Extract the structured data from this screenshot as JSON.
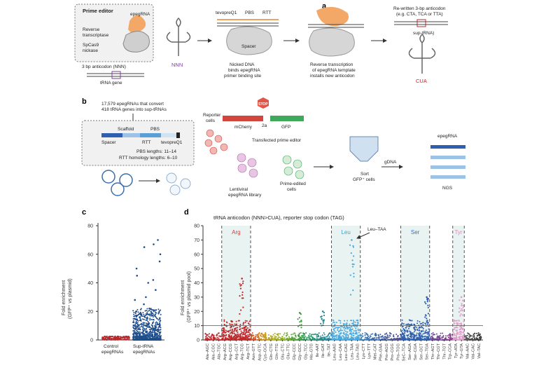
{
  "panel_a": {
    "letter": "a",
    "prime_editor_title": "Prime editor",
    "epegrna": "epegRNA",
    "reverse_transcriptase": "Reverse\ntranscriptase",
    "spcas9": "SpCas9\nnickase",
    "anticodon_3bp": "3 bp anticodon (NNN)",
    "trna_gene": "tRNA gene",
    "nnn": "NNN",
    "tevopreq1": "tevopreQ1",
    "pbs": "PBS",
    "rtt": "RTT",
    "spacer": "Spacer",
    "step1": "Nicked DNA\nbinds epegRNA\nprimer binding site",
    "step2": "Reverse transcription\nof epegRNA template\ninstalls new anticodon",
    "rewritten": "Re-written 3-bp anticodon\n(e.g. CTA, TCA or TTA)",
    "sup_trna": "sup-tRNA)",
    "cua": "CUA"
  },
  "panel_b": {
    "letter": "b",
    "library_desc": "17,579 epegRNAs that convert\n418 tRNA genes into sup-tRNAs",
    "scaffold": "Scaffold",
    "pbs": "PBS",
    "spacer": "Spacer",
    "rtt": "RTT",
    "tevopreq1": "tevopreQ1",
    "pbs_lengths": "PBS lengths: 11–14",
    "rtt_lengths": "RTT homology lengths: 6–10",
    "reporter_cells": "Reporter\ncells",
    "stop": "STOP",
    "mcherry": "mCherry",
    "t2a": "2a",
    "gfp": "GFP",
    "transfected": "Transfected prime editor",
    "lentiviral": "Lentiviral\nepegRNA library",
    "prime_edited": "Prime-edited\ncells",
    "sort": "Sort\nGFP⁺ cells",
    "gdna": "gDNA",
    "epegrna": "epegRNA",
    "ngs": "NGS"
  },
  "panel_c": {
    "letter": "c",
    "ylabel": "Fold enrichment\n(GFP⁺ vs plasmid)",
    "yticks": [
      "0",
      "20",
      "40",
      "60",
      "80"
    ],
    "categories": [
      "Control\nepegRNAs",
      "Sup-tRNA\nepegRNAs"
    ]
  },
  "panel_d": {
    "letter": "d",
    "title": "tRNA anticodon (NNN>CUA), reporter stop codon (TAG)",
    "ylabel": "Fold enrichment\n(GFP⁺ vs plasmid pool)",
    "yticks": [
      "0",
      "10",
      "20",
      "30",
      "40",
      "50",
      "60",
      "70",
      "80"
    ],
    "highlight_labels": [
      {
        "text": "Arg",
        "color": "#d23c3c"
      },
      {
        "text": "Leu",
        "color": "#3aa2d8"
      },
      {
        "text": "Ser",
        "color": "#3a6fc4"
      },
      {
        "text": "Tyr",
        "color": "#e08ac0"
      }
    ],
    "annotation": "Leu–TAA",
    "xticks": [
      "Ala–AGC",
      "Ala–CGC",
      "Ala–TGC",
      "Arg–ACG",
      "Arg–CCG",
      "Arg–CCT",
      "Arg–TCG",
      "Arg–TCT",
      "Asn–GTT",
      "Asp–GTC",
      "Cys–GCA",
      "Gln–CTG",
      "Gln–TTG",
      "Glu–CTC",
      "Glu–TTC",
      "Gly–CCC",
      "Gly–GCC",
      "Gly–TCC",
      "His–GTG",
      "Ile–AAT",
      "Ile–GAT",
      "Ile–TAT",
      "Leu–AAG",
      "Leu–CAA",
      "Leu–CAG",
      "Leu–TAA",
      "Leu–TAG",
      "Lys–CTT",
      "Lys–TTT",
      "Met–CAT",
      "Phe–GAA",
      "Pro–AGG",
      "Pro–CGG",
      "Pro–TGG",
      "SeC–TCA",
      "Ser–AGA",
      "Ser–CGA",
      "Ser–GCT",
      "Ser–TGA",
      "Thr–AGT",
      "Thr–CGT",
      "Thr–TGT",
      "Trp–CCA",
      "Tyr–ATA",
      "Tyr–GTA",
      "Val–AAC",
      "Val–CAC",
      "Val–TAC"
    ]
  },
  "chart_data": [
    {
      "type": "scatter",
      "panel": "c",
      "categories": [
        "Control epegRNAs",
        "Sup-tRNA epegRNAs"
      ],
      "ylabel": "Fold enrichment (GFP⁺ vs plasmid)",
      "ylim": [
        0,
        80
      ],
      "series": [
        {
          "name": "Control epegRNAs",
          "color": "#b8282c",
          "values": [
            0.5,
            1.0,
            1.5,
            2.0,
            2.5
          ]
        },
        {
          "name": "Sup-tRNA epegRNAs",
          "color": "#1f4e8c",
          "values": [
            70,
            67,
            65,
            60,
            55,
            50,
            45,
            42,
            40,
            35,
            30,
            28,
            25,
            22,
            20,
            18,
            15,
            12,
            10,
            8,
            6,
            4,
            2
          ]
        }
      ]
    },
    {
      "type": "scatter",
      "panel": "d",
      "ylabel": "Fold enrichment (GFP⁺ vs plasmid pool)",
      "ylim": [
        0,
        80
      ],
      "threshold": 10,
      "highlighted_regions": [
        "Arg",
        "Leu",
        "Ser",
        "Tyr"
      ],
      "peaks": [
        {
          "x": "Arg–TCG",
          "y": 43
        },
        {
          "x": "Leu–TAA",
          "y": 70
        },
        {
          "x": "Ser–TGA",
          "y": 30
        },
        {
          "x": "Tyr–GTA",
          "y": 30
        },
        {
          "x": "Gly–GCC",
          "y": 19
        },
        {
          "x": "Ile–GAT",
          "y": 20
        }
      ]
    }
  ],
  "colors": {
    "arg": "#c0282c",
    "leu": "#49a8df",
    "ser": "#2f5fb0",
    "tyr": "#e39ac8",
    "highlight_bg": "#e9f3f1",
    "gfp": "#3fa95b",
    "mcherry": "#d2453d",
    "stop": "#e0574a",
    "rtt": "#f0a35e"
  }
}
